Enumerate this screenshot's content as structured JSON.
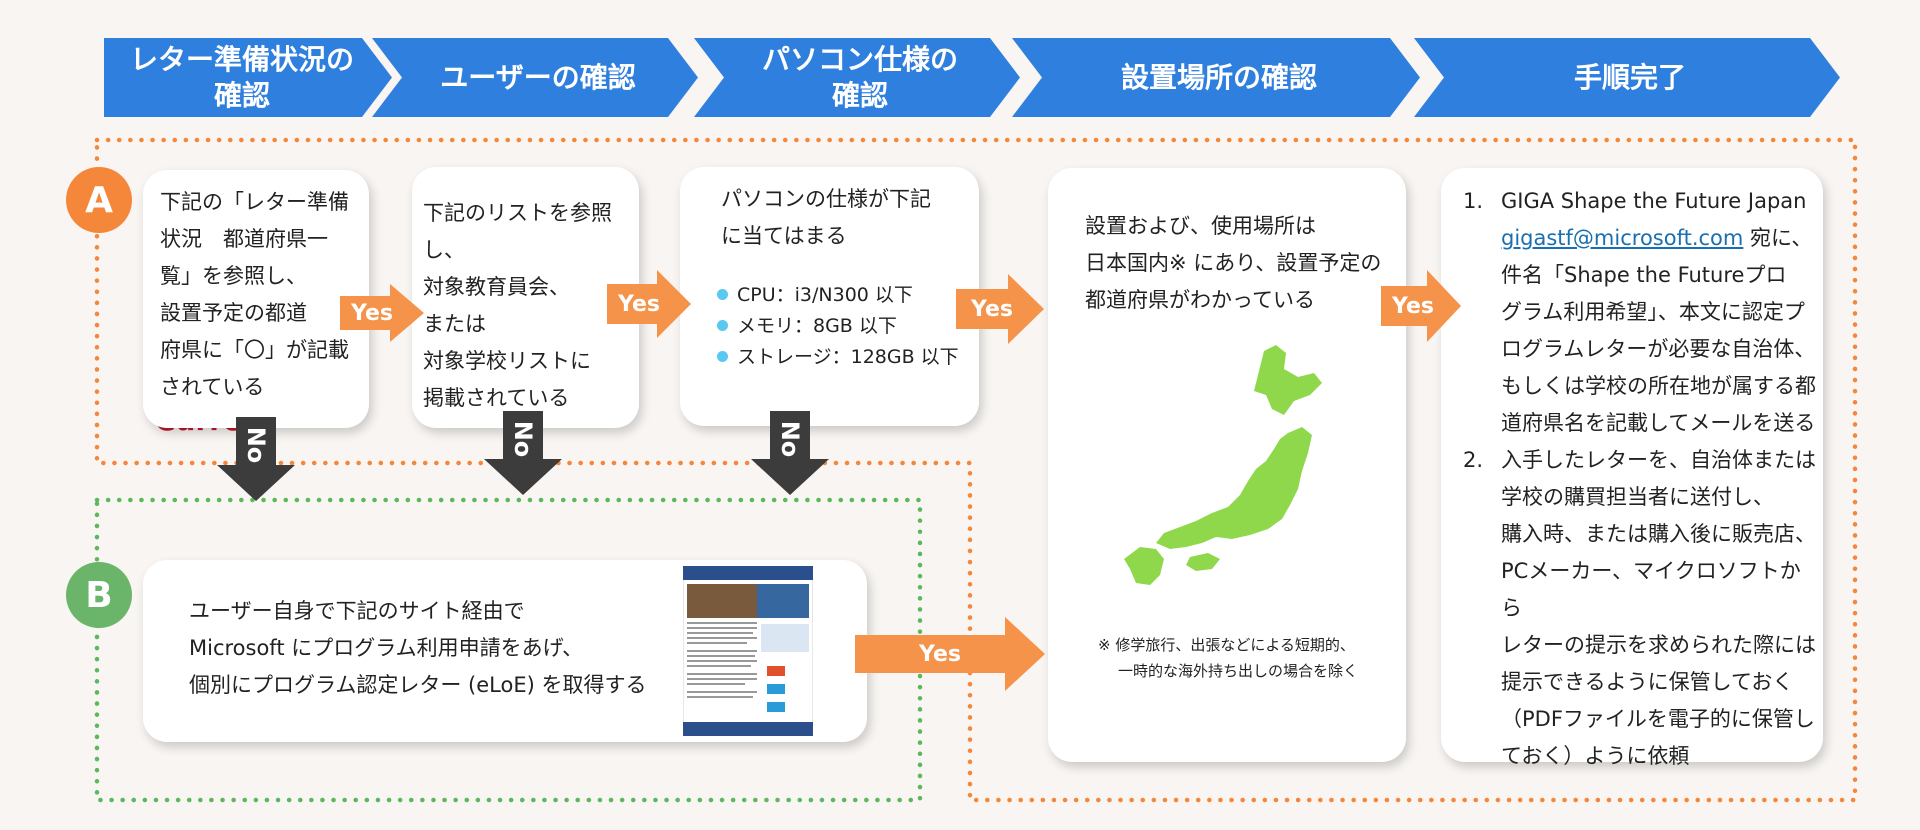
{
  "colors": {
    "header_blue": "#2f7fde",
    "arrow_orange": "#f5934a",
    "no_gray": "#3c3c3c",
    "circle_a": "#f5873a",
    "circle_b": "#6ab56a",
    "dot_orange": "#f5873a",
    "dot_green": "#5cb85c",
    "japan_green": "#8fd84b",
    "link_blue": "#1a6fb0",
    "bullet_blue": "#5ac8f0"
  },
  "header": {
    "steps": [
      {
        "line1": "レター準備状況の",
        "line2": "確認"
      },
      {
        "line1": "ユーザーの確認",
        "line2": ""
      },
      {
        "line1": "パソコン仕様の",
        "line2": "確認"
      },
      {
        "line1": "設置場所の確認",
        "line2": ""
      },
      {
        "line1": "手順完了",
        "line2": ""
      }
    ]
  },
  "markers": {
    "a": "A",
    "b": "B"
  },
  "cards": {
    "letter_status": {
      "lines": [
        "下記の「レター準備",
        "状況　都道府県一",
        "覧」を参照し、",
        "設置予定の都道",
        "府県に「〇」が記載",
        "されている"
      ]
    },
    "user_check": {
      "lines": [
        "下記のリストを参照し、",
        "対象教育員会、",
        "または",
        "対象学校リストに",
        "掲載されている"
      ]
    },
    "pc_spec": {
      "intro": [
        "パソコンの仕様が下記",
        "に当てはまる"
      ],
      "items": [
        "CPU：i3/N300 以下",
        "メモリ：8GB 以下",
        "ストレージ：128GB 以下"
      ]
    },
    "location": {
      "lines": [
        "設置および、使用場所は",
        "日本国内※ にあり、設置予定の",
        "都道府県がわかっている"
      ],
      "note_line1": "※ 修学旅行、出張などによる短期的、",
      "note_line2": "一時的な海外持ち出しの場合を除く"
    },
    "complete": {
      "steps": [
        {
          "num": "1.",
          "line1": "GIGA Shape the Future Japan",
          "email": "gigastf@microsoft.com",
          "after_email": " 宛に、",
          "rest": [
            "件名「Shape the Futureプロ",
            "グラム利用希望」、本文に認定プ",
            "ログラムレターが必要な自治体、",
            "もしくは学校の所在地が属する都",
            "道府県名を記載してメールを送る"
          ]
        },
        {
          "num": "2.",
          "line1": "入手したレターを、自治体または",
          "rest": [
            "学校の購買担当者に送付し、",
            "購入時、または購入後に販売店、",
            "PCメーカー、マイクロソフトから",
            "レターの提示を求められた際には",
            "提示できるように保管しておく",
            "（PDFファイルを電子的に保管し",
            "ておく）ように依頼"
          ]
        }
      ]
    },
    "b_route": {
      "lines": [
        "ユーザー自身で下記のサイト経由で",
        "Microsoft にプログラム利用申請をあげ、",
        "個別にプログラム認定レター (eLoE) を取得する"
      ]
    }
  },
  "arrows": {
    "yes": "Yes",
    "no": "No"
  },
  "overlap_text": "Curre"
}
